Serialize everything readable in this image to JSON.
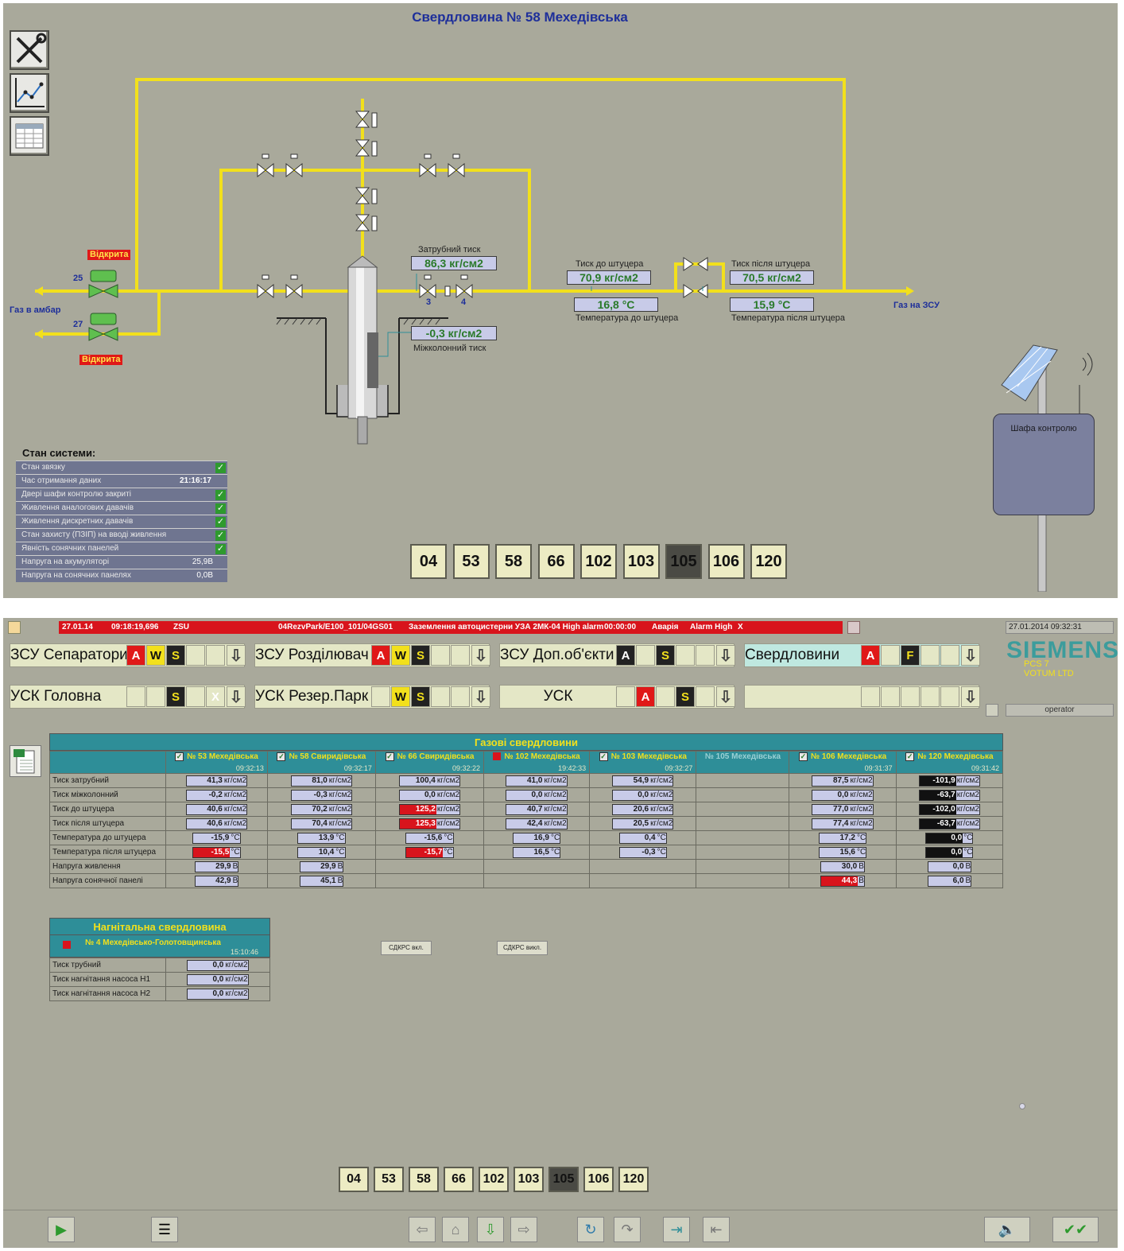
{
  "top": {
    "title": "Свердловина № 58 Мехедівська",
    "tools": [
      "tools-icon",
      "trend-icon",
      "table-icon"
    ],
    "valve25": {
      "num": "25",
      "state": "Відкрита"
    },
    "valve27": {
      "num": "27",
      "state": "Відкрита"
    },
    "gas_to_pit": "Газ в амбар",
    "gas_to_zsu": "Газ на ЗСУ",
    "valve3": "3",
    "valve4": "4",
    "tubing_pressure": {
      "label": "Затрубний тиск",
      "value": "86,3 кг/см2"
    },
    "annulus_pressure": {
      "label": "Міжколонний тиск",
      "value": "-0,3 кг/см2"
    },
    "pressure_before": {
      "label": "Тиск до штуцера",
      "value": "70,9 кг/см2"
    },
    "pressure_after": {
      "label": "Тиск після штуцера",
      "value": "70,5 кг/см2"
    },
    "temp_before": {
      "label": "Температура до штуцера",
      "value": "16,8 °C"
    },
    "temp_after": {
      "label": "Температура після штуцера",
      "value": "15,9 °C"
    },
    "cabinet": "Шафа контролю",
    "status": {
      "title": "Стан системи:",
      "rows": [
        {
          "label": "Стан звязку",
          "check": true,
          "value": ""
        },
        {
          "label": "Час отримання даних",
          "check": false,
          "value": "21:16:17"
        },
        {
          "label": "Двері шафи контролю закриті",
          "check": true,
          "value": ""
        },
        {
          "label": "Живлення аналогових давачів",
          "check": true,
          "value": ""
        },
        {
          "label": "Живлення дискретних давачів",
          "check": true,
          "value": ""
        },
        {
          "label": "Стан захисту (ПЗІП) на вводі живлення",
          "check": true,
          "value": ""
        },
        {
          "label": "Явність сонячних панелей",
          "check": true,
          "value": ""
        },
        {
          "label": "Напруга на акумуляторі",
          "check": false,
          "value": "25,9В"
        },
        {
          "label": "Напруга на сонячних панелях",
          "check": false,
          "value": "0,0В"
        }
      ]
    },
    "nav": [
      "04",
      "53",
      "58",
      "66",
      "102",
      "103",
      "105",
      "106",
      "120"
    ],
    "nav_selected": "105"
  },
  "bottom": {
    "alarm": {
      "date": "27.01.14",
      "time": "09:18:19,696",
      "area": "ZSU",
      "tag": "04RezvPark/E100_101/04GS01",
      "text": "Заземлення автоцистерни УЗА 2МК-04 High alarm",
      "duration": "00:00:00",
      "state": "Аварія",
      "type": "Alarm High",
      "x": "X"
    },
    "datetime": "27.01.2014 09:32:31",
    "operator": "operator",
    "brand": "SIEMENS",
    "brand_sub1": "PCS 7",
    "brand_sub2": "VOTUM LTD",
    "areas_row1": [
      {
        "name": "ЗСУ Сепаратори",
        "sigs": [
          "A",
          "W",
          "S",
          "off",
          "off"
        ]
      },
      {
        "name": "ЗСУ Розділювач",
        "sigs": [
          "A",
          "W",
          "S",
          "off",
          "off"
        ]
      },
      {
        "name": "ЗСУ Доп.об'єкти",
        "sigs": [
          "Ab",
          "off",
          "S",
          "off",
          "off"
        ]
      },
      {
        "name": "Свердловини",
        "sigs": [
          "A",
          "off",
          "F",
          "off",
          "off"
        ]
      }
    ],
    "areas_row2": [
      {
        "name": "УСК Головна",
        "sigs": [
          "off",
          "off",
          "S",
          "off",
          "X"
        ]
      },
      {
        "name": "УСК Резер.Парк",
        "sigs": [
          "off",
          "W",
          "S",
          "off",
          "off"
        ]
      },
      {
        "name": "УСК",
        "sigs": [
          "off",
          "A",
          "off",
          "S",
          "off"
        ]
      },
      {
        "name": "",
        "sigs": [
          "off",
          "off",
          "off",
          "off",
          "off"
        ]
      }
    ],
    "gas_wells": {
      "title": "Газові свердловини",
      "columns": [
        {
          "name": "№ 53 Мехедівська",
          "time": "09:32:13",
          "mark": "check"
        },
        {
          "name": "№ 58 Свиридівська",
          "time": "09:32:17",
          "mark": "check"
        },
        {
          "name": "№ 66 Свиридівська",
          "time": "09:32:22",
          "mark": "check"
        },
        {
          "name": "№ 102 Мехедівська",
          "time": "19:42:33",
          "mark": "red"
        },
        {
          "name": "№ 103 Мехедівська",
          "time": "09:32:27",
          "mark": "check"
        },
        {
          "name": "№ 105 Мехедівська",
          "time": "",
          "mark": "none"
        },
        {
          "name": "№ 106 Мехедівська",
          "time": "09:31:37",
          "mark": "check"
        },
        {
          "name": "№ 120 Мехедівська",
          "time": "09:31:42",
          "mark": "check"
        }
      ],
      "rows": [
        {
          "label": "Тиск затрубний",
          "unit": "кг/см2",
          "cells": [
            [
              "41,3",
              ""
            ],
            [
              "81,0",
              ""
            ],
            [
              "100,4",
              ""
            ],
            [
              "41,0",
              ""
            ],
            [
              "54,9",
              ""
            ],
            null,
            [
              "87,5",
              ""
            ],
            [
              "-101,9",
              "blk"
            ]
          ]
        },
        {
          "label": "Тиск міжколонний",
          "unit": "кг/см2",
          "cells": [
            [
              "-0,2",
              ""
            ],
            [
              "-0,3",
              ""
            ],
            [
              "0,0",
              ""
            ],
            [
              "0,0",
              ""
            ],
            [
              "0,0",
              ""
            ],
            null,
            [
              "0,0",
              ""
            ],
            [
              "-63,7",
              "blk"
            ]
          ]
        },
        {
          "label": "Тиск до штуцера",
          "unit": "кг/см2",
          "cells": [
            [
              "40,6",
              ""
            ],
            [
              "70,2",
              ""
            ],
            [
              "125,2",
              "red"
            ],
            [
              "40,7",
              ""
            ],
            [
              "20,6",
              ""
            ],
            null,
            [
              "77,0",
              ""
            ],
            [
              "-102,0",
              "blk"
            ]
          ]
        },
        {
          "label": "Тиск після штуцера",
          "unit": "кг/см2",
          "cells": [
            [
              "40,6",
              ""
            ],
            [
              "70,4",
              ""
            ],
            [
              "125,3",
              "red"
            ],
            [
              "42,4",
              ""
            ],
            [
              "20,5",
              ""
            ],
            null,
            [
              "77,4",
              ""
            ],
            [
              "-63,7",
              "blk"
            ]
          ]
        },
        {
          "label": "Температура до штуцера",
          "unit": "°C",
          "cells": [
            [
              "-15,9",
              ""
            ],
            [
              "13,9",
              ""
            ],
            [
              "-15,6",
              ""
            ],
            [
              "16,9",
              ""
            ],
            [
              "0,4",
              ""
            ],
            null,
            [
              "17,2",
              ""
            ],
            [
              "0,0",
              "blk"
            ]
          ]
        },
        {
          "label": "Температура після штуцера",
          "unit": "°C",
          "cells": [
            [
              "-15,5",
              "red"
            ],
            [
              "10,4",
              ""
            ],
            [
              "-15,7",
              "red"
            ],
            [
              "16,5",
              ""
            ],
            [
              "-0,3",
              ""
            ],
            null,
            [
              "15,6",
              ""
            ],
            [
              "0,0",
              "blk"
            ]
          ]
        },
        {
          "label": "Напруга живлення",
          "unit": "В",
          "cells": [
            [
              "29,9",
              ""
            ],
            [
              "29,9",
              ""
            ],
            null,
            null,
            null,
            null,
            [
              "30,0",
              ""
            ],
            [
              "0,0",
              ""
            ]
          ]
        },
        {
          "label": "Напруга сонячної панелі",
          "unit": "В",
          "cells": [
            [
              "42,9",
              ""
            ],
            [
              "45,1",
              ""
            ],
            null,
            null,
            null,
            null,
            [
              "44,3",
              "red"
            ],
            [
              "6,0",
              ""
            ]
          ]
        }
      ]
    },
    "injection_well": {
      "title": "Нагнітальна свердловина",
      "name": "№ 4 Мехедівсько-Голотовщинська",
      "time": "15:10:46",
      "rows": [
        {
          "label": "Тиск трубний",
          "value": "0,0",
          "unit": "кг/см2"
        },
        {
          "label": "Тиск нагнітання насоса Н1",
          "value": "0,0",
          "unit": "кг/см2"
        },
        {
          "label": "Тиск нагнітання насоса Н2",
          "value": "0,0",
          "unit": "кг/см2"
        }
      ]
    },
    "btn_on": "СДКРС вкл.",
    "btn_off": "СДКРС викл.",
    "nav": [
      "04",
      "53",
      "58",
      "66",
      "102",
      "103",
      "105",
      "106",
      "120"
    ],
    "nav_selected": "105"
  },
  "colors": {
    "pipe": "#f2e01c",
    "panel": "#a9a99b",
    "alarm": "#d8141c",
    "teal": "#2e8e98"
  }
}
